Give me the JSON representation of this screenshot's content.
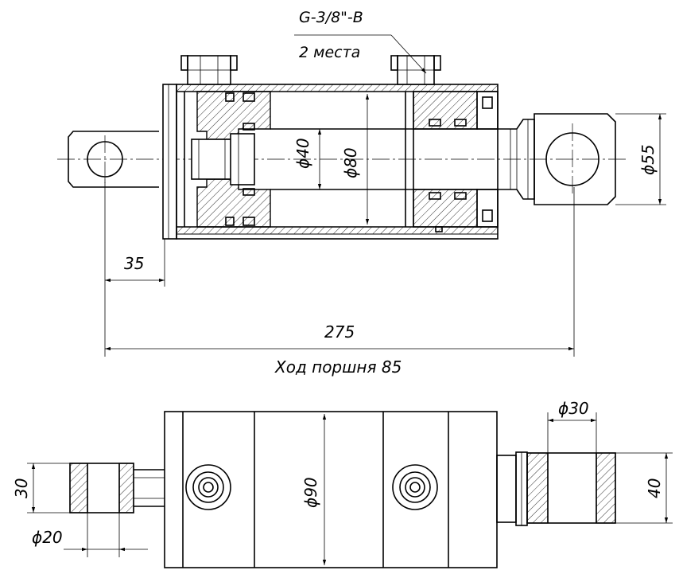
{
  "labels": {
    "thread": "G-3/8\"-B",
    "places": "2 места",
    "d40": "ϕ40",
    "d80": "ϕ80",
    "d55": "ϕ55",
    "l35": "35",
    "l275": "275",
    "stroke": "Ход поршня 85",
    "d30": "ϕ30",
    "d90": "ϕ90",
    "l30": "30",
    "l40": "40",
    "d20": "ϕ20"
  }
}
